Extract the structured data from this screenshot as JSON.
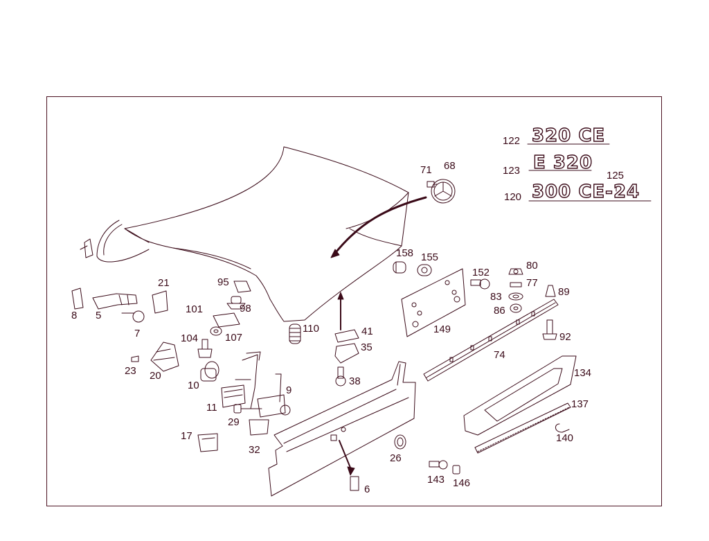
{
  "diagram": {
    "colors": {
      "line": "#3a0a18",
      "frame": "#4a1020",
      "background": "#ffffff"
    },
    "badges": {
      "b320ce": "320 CE",
      "e320": "E 320",
      "b300ce24": "300 CE-24"
    },
    "callouts": {
      "c122": "122",
      "c123": "123",
      "c120": "120",
      "c125": "125",
      "c71": "71",
      "c68": "68",
      "c158": "158",
      "c155": "155",
      "c152": "152",
      "c80": "80",
      "c77": "77",
      "c83": "83",
      "c89": "89",
      "c86": "86",
      "c149": "149",
      "c92": "92",
      "c74": "74",
      "c134": "134",
      "c137": "137",
      "c140": "140",
      "c143": "143",
      "c146": "146",
      "c26": "26",
      "c6": "6",
      "c95": "95",
      "c21": "21",
      "c101": "101",
      "c98": "98",
      "c107": "107",
      "c8": "8",
      "c5": "5",
      "c7": "7",
      "c104": "104",
      "c23": "23",
      "c20": "20",
      "c110": "110",
      "c41": "41",
      "c35": "35",
      "c38": "38",
      "c10": "10",
      "c11": "11",
      "c9": "9",
      "c29": "29",
      "c32": "32",
      "c17": "17"
    }
  }
}
